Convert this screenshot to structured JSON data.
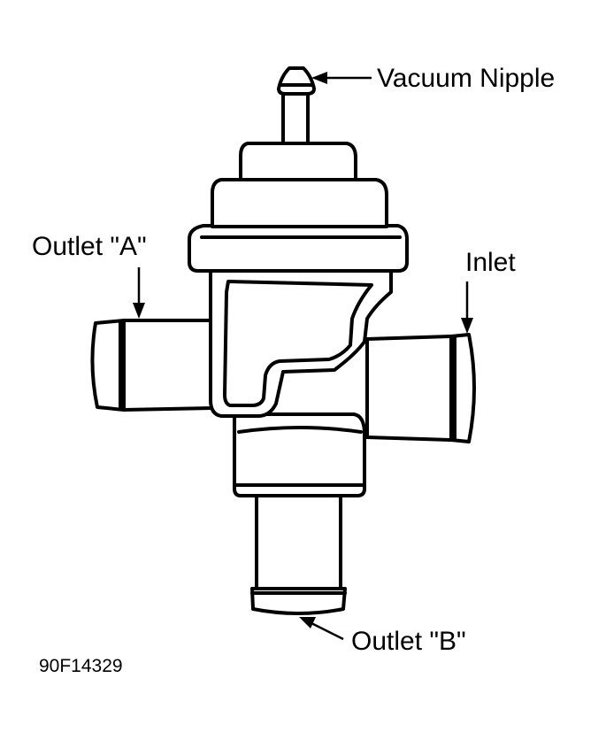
{
  "diagram": {
    "labels": {
      "vacuum_nipple": "Vacuum Nipple",
      "outlet_a": "Outlet \"A\"",
      "inlet": "Inlet",
      "outlet_b": "Outlet \"B\""
    },
    "figure_code": "90F14329",
    "colors": {
      "line": "#000000",
      "fill": "#ffffff"
    }
  }
}
